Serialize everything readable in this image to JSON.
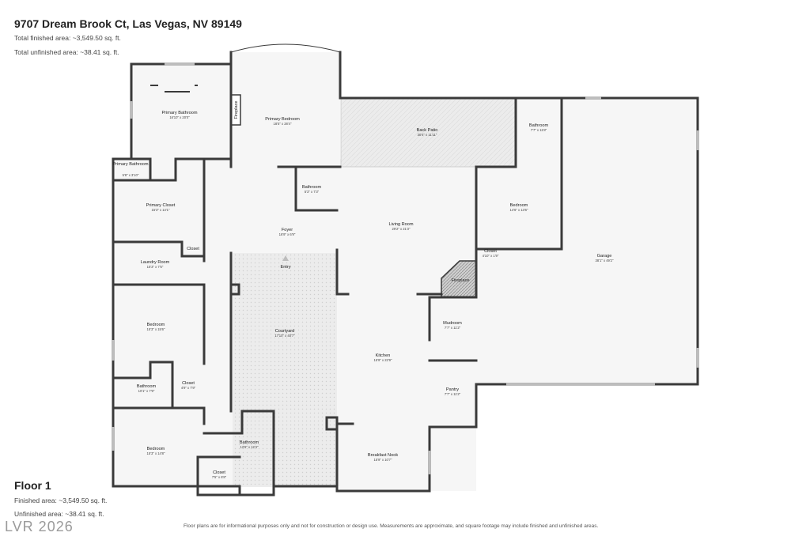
{
  "header": {
    "address": "9707 Dream Brook Ct, Las Vegas, NV 89149",
    "total_finished": "Total finished area: ~3,549.50 sq. ft.",
    "total_unfinished": "Total unfinished area: ~38.41 sq. ft."
  },
  "floor": {
    "title": "Floor 1",
    "finished": "Finished area: ~3,549.50 sq. ft.",
    "unfinished": "Unfinished area: ~38.41 sq. ft."
  },
  "disclaimer": "Floor plans are for informational purposes only and not for construction or design use. Measurements are approximate, and square footage may include finished and unfinished areas.",
  "watermark": "LVR 2026",
  "rooms": {
    "primary_bathroom": {
      "name": "Primary Bathroom",
      "dim": "16'10\" x 20'0\""
    },
    "fireplace_1": {
      "name": "Fireplace"
    },
    "primary_bedroom": {
      "name": "Primary Bedroom",
      "dim": "18'5\" x 28'4\""
    },
    "back_patio": {
      "name": "Back Patio",
      "dim": "30'4\" x 11'11\""
    },
    "bathroom_ne": {
      "name": "Bathroom",
      "dim": "7'7\" x 11'8\""
    },
    "primary_bathroom_small": {
      "name": "Primary Bathroom",
      "dim": "5'8\" x 3'10\""
    },
    "bathroom_mid": {
      "name": "Bathroom",
      "dim": "5'3\" x 7'3\""
    },
    "primary_closet": {
      "name": "Primary Closet",
      "dim": "15'3\" x 14'1\""
    },
    "bedroom_east": {
      "name": "Bedroom",
      "dim": "14'6\" x 13'6\""
    },
    "living_room": {
      "name": "Living Room",
      "dim": "29'2\" x 21'3\""
    },
    "foyer": {
      "name": "Foyer",
      "dim": "16'9\" x 6'9\""
    },
    "garage": {
      "name": "Garage",
      "dim": "38'1\" x 49'2\""
    },
    "closet_laundry": {
      "name": "Closet"
    },
    "closet_east": {
      "name": "Closet",
      "dim": "4'10\" x 1'9\""
    },
    "entry": {
      "name": "Entry"
    },
    "laundry_room": {
      "name": "Laundry Room",
      "dim": "15'3\" x 7'5\""
    },
    "fireplace_2": {
      "name": "Fireplace"
    },
    "bedroom_west": {
      "name": "Bedroom",
      "dim": "15'3\" x 15'6\""
    },
    "courtyard": {
      "name": "Courtyard",
      "dim": "17'10\" x 40'7\""
    },
    "mudroom": {
      "name": "Mudroom",
      "dim": "7'7\" x 11'2\""
    },
    "kitchen": {
      "name": "Kitchen",
      "dim": "15'9\" x 22'9\""
    },
    "bathroom_west": {
      "name": "Bathroom",
      "dim": "10'1\" x 7'9\""
    },
    "closet_west": {
      "name": "Closet",
      "dim": "4'9\" x 7'9\""
    },
    "pantry": {
      "name": "Pantry",
      "dim": "7'7\" x 11'2\""
    },
    "bathroom_south": {
      "name": "Bathroom",
      "dim": "12'6\" x 12'4\""
    },
    "bedroom_sw": {
      "name": "Bedroom",
      "dim": "15'3\" x 14'8\""
    },
    "breakfast_nook": {
      "name": "Breakfast Nook",
      "dim": "15'9\" x 10'7\""
    },
    "closet_sw": {
      "name": "Closet",
      "dim": "7'5\" x 6'8\""
    }
  },
  "colors": {
    "wall": "#3a3a3a",
    "floor_fill": "#f6f6f6",
    "patio_fill": "#ececec",
    "background": "#ffffff"
  }
}
